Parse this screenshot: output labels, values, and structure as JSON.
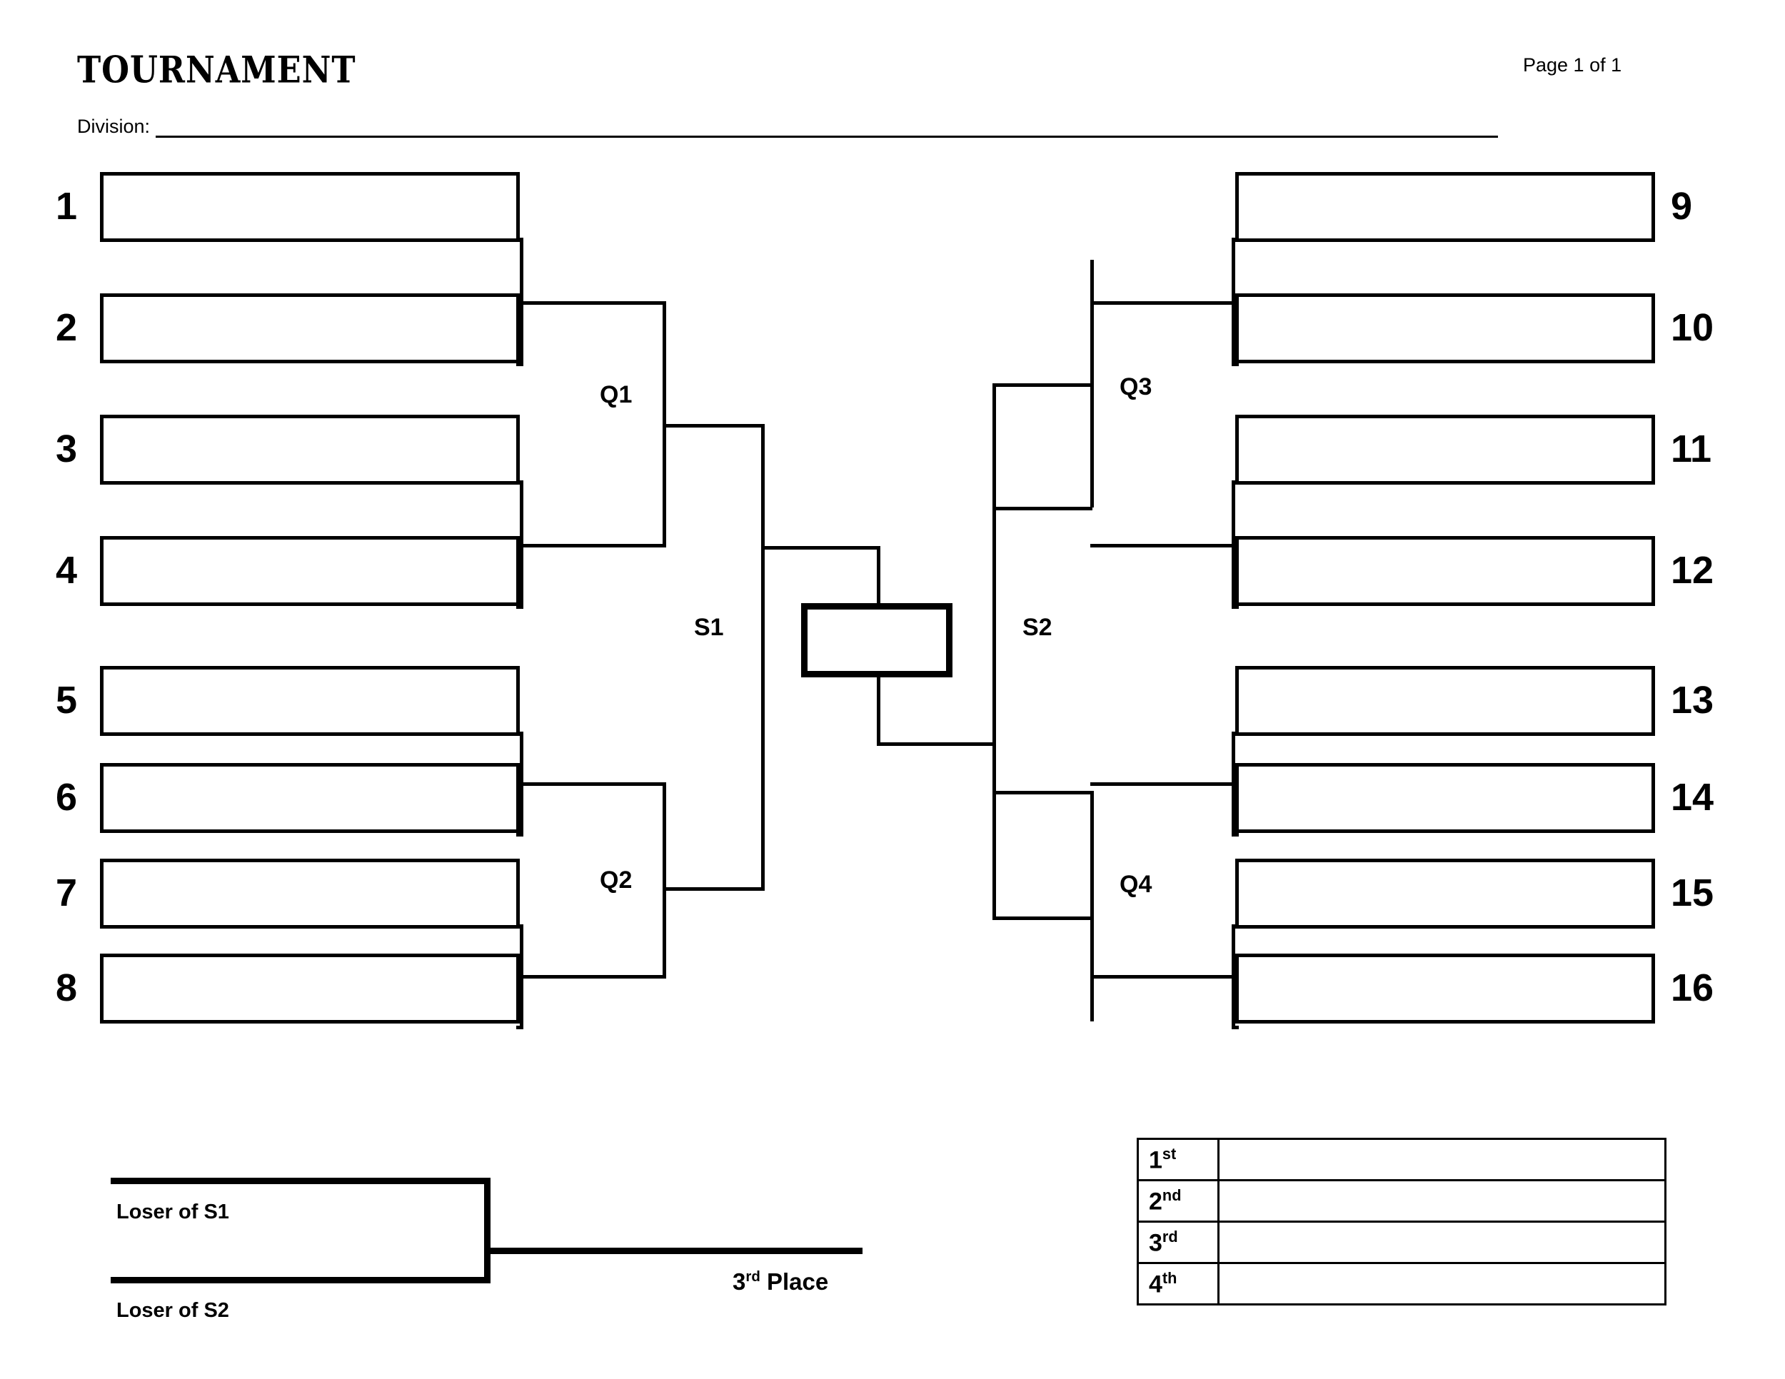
{
  "header": {
    "title": "TOURNAMENT",
    "page_indicator": "Page 1 of 1",
    "division_label": "Division:",
    "division_value": ""
  },
  "bracket": {
    "left_seeds": [
      "1",
      "2",
      "3",
      "4",
      "5",
      "6",
      "7",
      "8"
    ],
    "right_seeds": [
      "9",
      "10",
      "11",
      "12",
      "13",
      "14",
      "15",
      "16"
    ],
    "round_labels": {
      "q1": "Q1",
      "q2": "Q2",
      "q3": "Q3",
      "q4": "Q4",
      "s1": "S1",
      "s2": "S2"
    },
    "slot_values": {
      "left": [
        "",
        "",
        "",
        "",
        "",
        "",
        "",
        ""
      ],
      "right": [
        "",
        "",
        "",
        "",
        "",
        "",
        "",
        ""
      ]
    },
    "champion_value": ""
  },
  "consolation": {
    "top_label": "Loser of S1",
    "bottom_label": "Loser of S2",
    "result_label_number": "3",
    "result_label_suffix": "rd",
    "result_label_text": " Place"
  },
  "placements": {
    "rows": [
      {
        "rank_number": "1",
        "rank_suffix": "st",
        "value": ""
      },
      {
        "rank_number": "2",
        "rank_suffix": "nd",
        "value": ""
      },
      {
        "rank_number": "3",
        "rank_suffix": "rd",
        "value": ""
      },
      {
        "rank_number": "4",
        "rank_suffix": "th",
        "value": ""
      }
    ]
  },
  "colors": {
    "ink": "#000000",
    "paper": "#ffffff"
  }
}
